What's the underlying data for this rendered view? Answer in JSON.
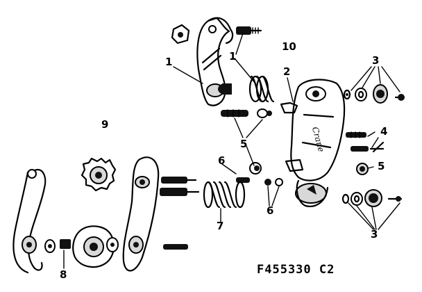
{
  "diagram": {
    "callouts": {
      "c1_left": "1",
      "c1_top": "1",
      "c2": "2",
      "c3_top": "3",
      "c3_bottom": "3",
      "c4": "4",
      "c5_mid": "5",
      "c5_right": "5",
      "c6_upper": "6",
      "c6_lower": "6",
      "c7": "7",
      "c8": "8",
      "c9": "9",
      "c10": "10"
    },
    "part_code": "F455330 C2"
  }
}
